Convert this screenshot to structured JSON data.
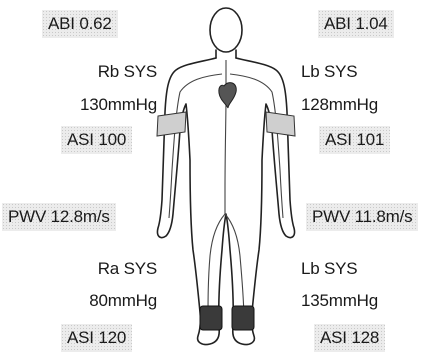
{
  "left": {
    "abi": "ABI 0.62",
    "upper_site": "Rb SYS",
    "upper_pressure": "130mmHg",
    "upper_asi": "ASI 100",
    "pwv": "PWV 12.8m/s",
    "lower_site": "Ra SYS",
    "lower_pressure": "80mmHg",
    "lower_asi": "ASI 120"
  },
  "right": {
    "abi": "ABI 1.04",
    "upper_site": "Lb SYS",
    "upper_pressure": "128mmHg",
    "upper_asi": "ASI 101",
    "pwv": "PWV 11.8m/s",
    "lower_site": "Lb SYS",
    "lower_pressure": "135mmHg",
    "lower_asi": "ASI 128"
  }
}
